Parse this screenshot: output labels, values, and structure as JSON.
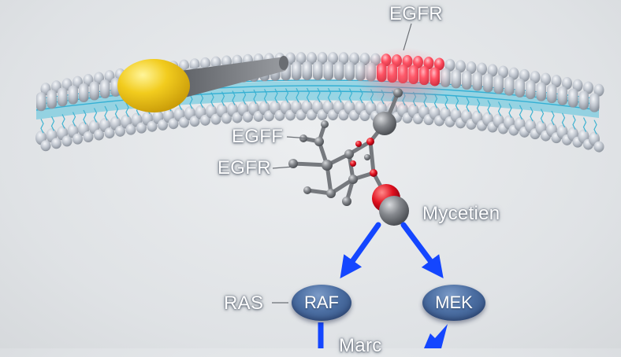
{
  "labels": {
    "egfr_top": "EGFR",
    "egff": "EGFF",
    "egfr_left": "EGFR",
    "mycetien": "Mycetien",
    "ras": "RAS",
    "raf": "RAF",
    "mek": "MEK",
    "marc": "Marc"
  },
  "colors": {
    "background": "#e3e6e9",
    "lipid_head": "#b8bec7",
    "lipid_tail": "#56c3dc",
    "receptor": "#ff4a5c",
    "yellow_molecule": "#f2cc1e",
    "atom_grey": "#7a7d82",
    "atom_red": "#e0101e",
    "arrow_blue": "#1446ff",
    "node_blue": "#4c6fa3"
  }
}
